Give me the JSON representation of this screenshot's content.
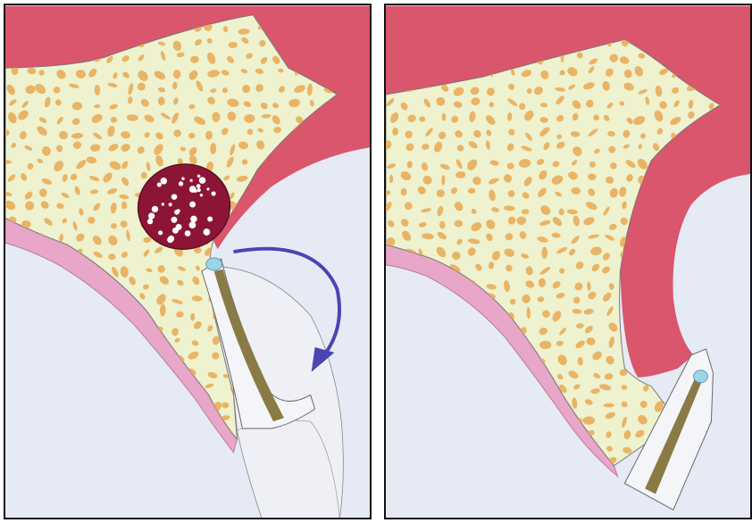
{
  "figure": {
    "panels": [
      {
        "id": "before",
        "depicts": [
          "gingiva",
          "alveolar-bone",
          "periapical-lesion",
          "tooth-root",
          "root-canal",
          "rotation-arrow"
        ]
      },
      {
        "id": "after",
        "depicts": [
          "gingiva",
          "alveolar-bone",
          "tooth-root",
          "root-canal"
        ]
      }
    ],
    "colors": {
      "gum": "#d9566d",
      "bone": "#eef2cf",
      "trabecula": "#e9b465",
      "lesion": "#8c1535",
      "lesion_spot": "#ffffff",
      "mucosa": "#e8a6c8",
      "soft_tissue": "#e6eaf4",
      "canal": "#8a7a45",
      "apex": "#9dd4ea",
      "arrow": "#4a44b5",
      "outline": "#555555"
    }
  }
}
